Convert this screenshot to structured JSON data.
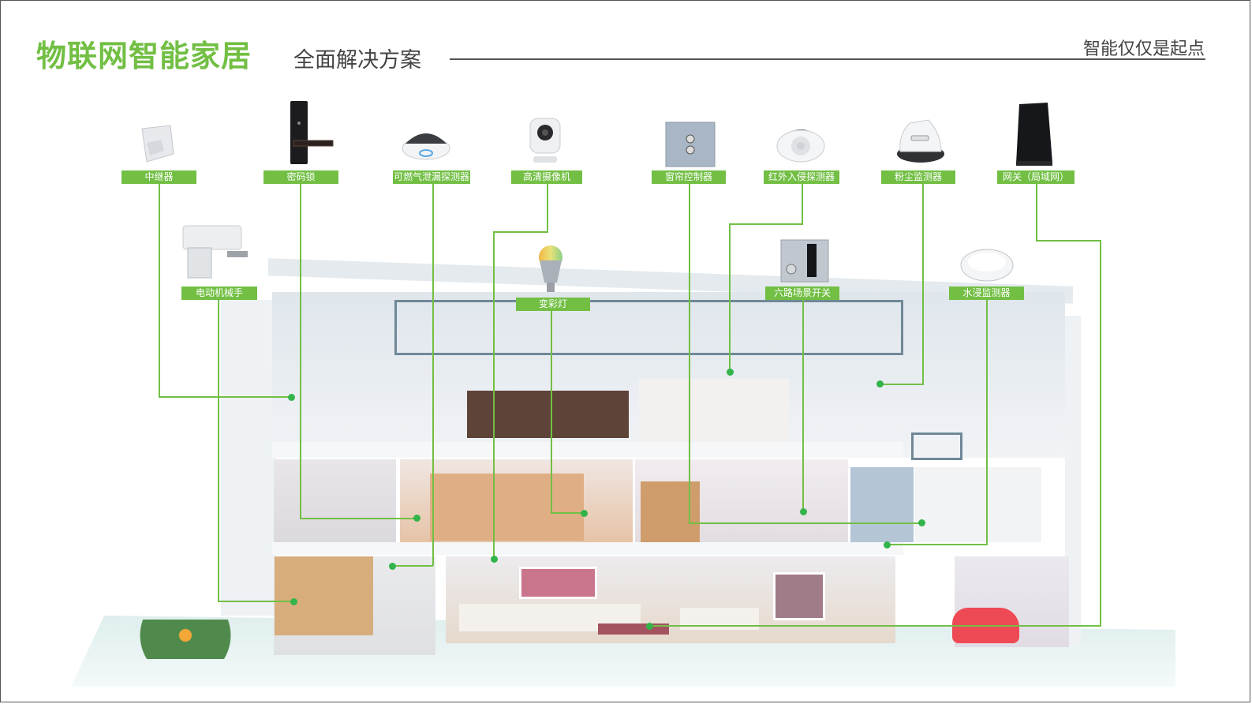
{
  "header": {
    "title": "物联网智能家居",
    "subtitle": "全面解决方案",
    "slogan": "智能仅仅是起点"
  },
  "colors": {
    "accent": "#72bf44",
    "dot": "#33b44a",
    "text": "#444444"
  },
  "devices_top_row": [
    {
      "label": "中继器",
      "icon": "repeater-icon"
    },
    {
      "label": "密码锁",
      "icon": "password-lock-icon"
    },
    {
      "label": "可燃气泄漏探测器",
      "icon": "gas-leak-detector-icon"
    },
    {
      "label": "高清摄像机",
      "icon": "hd-camera-icon"
    },
    {
      "label": "窗帘控制器",
      "icon": "curtain-controller-icon"
    },
    {
      "label": "红外入侵探测器",
      "icon": "infrared-intrusion-detector-icon"
    },
    {
      "label": "粉尘监测器",
      "icon": "dust-monitor-icon"
    },
    {
      "label": "网关（局域网）",
      "icon": "gateway-icon"
    }
  ],
  "devices_second_row": [
    {
      "label": "电动机械手",
      "icon": "electric-manipulator-icon"
    },
    {
      "label": "变彩灯",
      "icon": "color-bulb-icon"
    },
    {
      "label": "六路场景开关",
      "icon": "six-way-scene-switch-icon"
    },
    {
      "label": "水浸监测器",
      "icon": "water-leak-monitor-icon"
    }
  ]
}
